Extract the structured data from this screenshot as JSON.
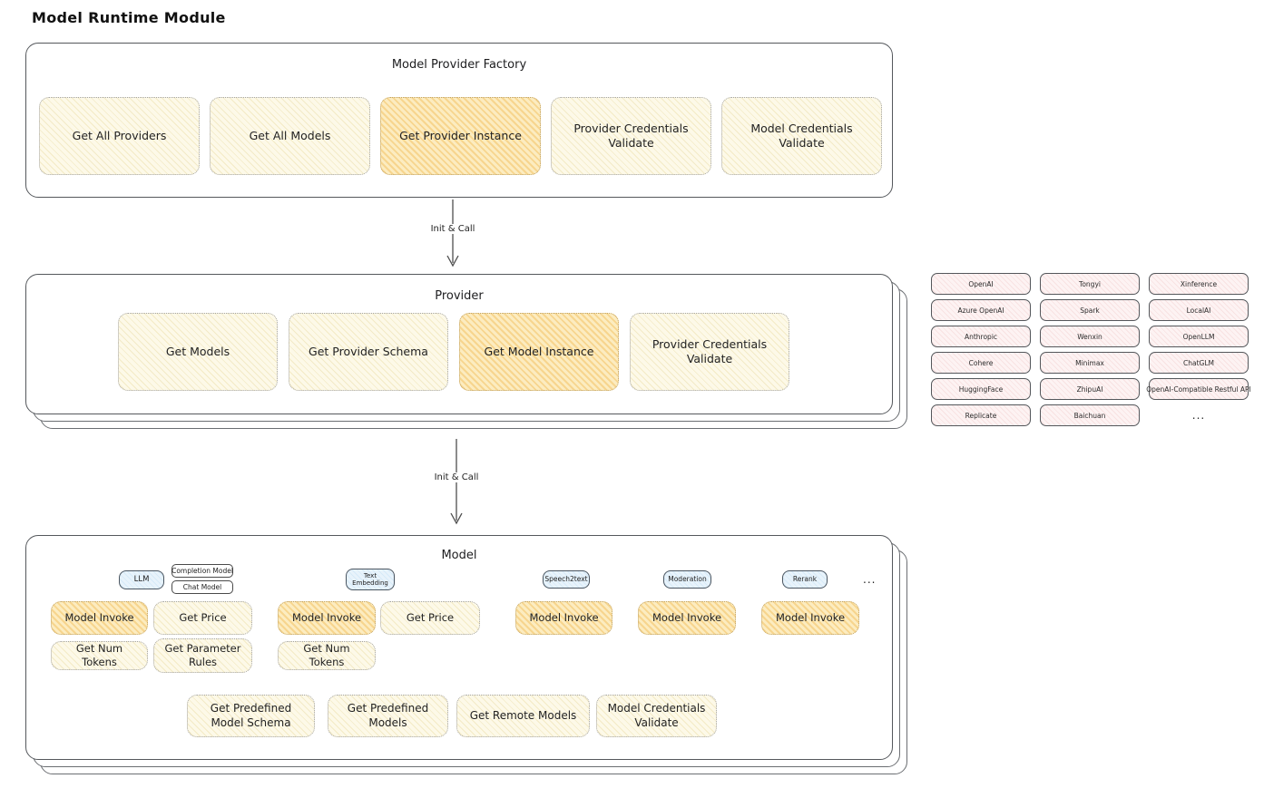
{
  "page": {
    "title": "Model Runtime Module"
  },
  "colors": {
    "outline": "#55585c",
    "button_yellow": "#fdf9e8",
    "button_orange_highlight": "#f7d58e",
    "provider_chip_pink": "#fdf3f3",
    "model_type_tag_blue": "#d6eaf8"
  },
  "factory": {
    "title": "Model Provider Factory",
    "buttons": [
      {
        "label": "Get All Providers",
        "highlight": false
      },
      {
        "label": "Get All Models",
        "highlight": false
      },
      {
        "label": "Get Provider Instance",
        "highlight": true
      },
      {
        "label": "Provider Credentials Validate",
        "highlight": false
      },
      {
        "label": "Model Credentials Validate",
        "highlight": false
      }
    ]
  },
  "arrow1": {
    "label": "Init & Call"
  },
  "arrow2": {
    "label": "Init & Call"
  },
  "provider": {
    "title": "Provider",
    "buttons": [
      {
        "label": "Get Models",
        "highlight": false
      },
      {
        "label": "Get Provider Schema",
        "highlight": false
      },
      {
        "label": "Get Model Instance",
        "highlight": true
      },
      {
        "label": "Provider Credentials Validate",
        "highlight": false
      }
    ]
  },
  "provider_list": {
    "items": [
      "OpenAI",
      "Tongyi",
      "Xinference",
      "Azure OpenAI",
      "Spark",
      "LocalAI",
      "Anthropic",
      "Wenxin",
      "OpenLLM",
      "Cohere",
      "Minimax",
      "ChatGLM",
      "HuggingFace",
      "ZhipuAI",
      "OpenAI-Compatible Restful API",
      "Replicate",
      "Baichuan"
    ],
    "more": "..."
  },
  "model": {
    "title": "Model",
    "tags": {
      "llm": "LLM",
      "completion": "Completion Model",
      "chat": "Chat Model",
      "embedding": "Text Embedding",
      "speech2text": "Speech2text",
      "moderation": "Moderation",
      "rerank": "Rerank",
      "more": "..."
    },
    "llm": {
      "invoke": "Model Invoke",
      "price": "Get Price",
      "num_tokens": "Get Num Tokens",
      "parameter_rules": "Get Parameter Rules"
    },
    "embedding": {
      "invoke": "Model Invoke",
      "price": "Get Price",
      "num_tokens": "Get Num Tokens"
    },
    "speech2text": {
      "invoke": "Model Invoke"
    },
    "moderation": {
      "invoke": "Model Invoke"
    },
    "rerank": {
      "invoke": "Model Invoke"
    },
    "bottom": [
      "Get Predefined Model Schema",
      "Get Predefined Models",
      "Get Remote Models",
      "Model Credentials Validate"
    ]
  }
}
